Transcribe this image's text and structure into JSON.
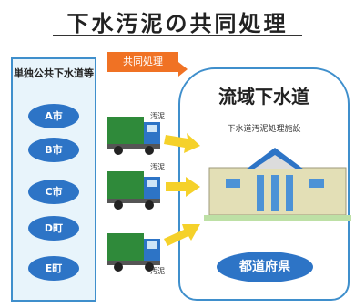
{
  "title": "下水汚泥の共同処理",
  "left_panel": {
    "title": "単独公共下水道等",
    "municipalities": [
      "A市",
      "B市",
      "C市",
      "D町",
      "E町"
    ]
  },
  "arrow_label": "共同処理",
  "right_panel": {
    "title": "流域下水道",
    "facility_label": "下水道汚泥処理施設",
    "prefecture": "都道府県"
  },
  "sludge_label": "汚泥",
  "colors": {
    "blue": "#2d74c6",
    "border": "#3f8fcc",
    "orange": "#f07224",
    "yellow": "#f5d12a",
    "truck": "#2f8a3a"
  }
}
